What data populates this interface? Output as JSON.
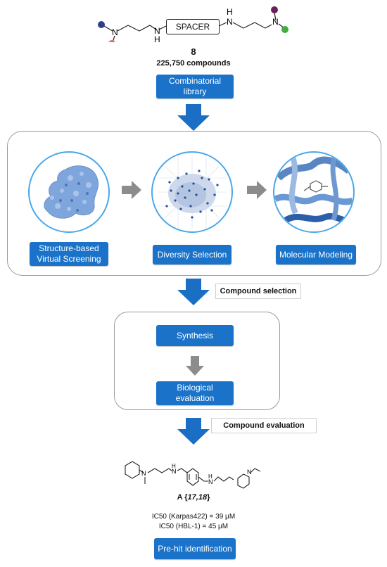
{
  "header": {
    "spacer_label": "SPACER",
    "compound_number": "8",
    "compound_count": "225,750 compounds",
    "amine_left": "N",
    "amine_left_h": "H",
    "amine_right": "N",
    "amine_right_h": "H",
    "n_left": "N",
    "n_right": "N"
  },
  "steps": {
    "combinatorial": "Combinatorial\nlibrary",
    "structure_based": "Structure-based\nVirtual Screening",
    "diversity": "Diversity Selection",
    "modeling": "Molecular Modeling",
    "synthesis": "Synthesis",
    "biological": "Biological\nevaluation",
    "prehit": "Pre-hit identification"
  },
  "labels": {
    "compound_selection": "Compound selection",
    "compound_evaluation": "Compound evaluation"
  },
  "result": {
    "hit_prefix": "A {",
    "hit_italic": "17,18",
    "hit_suffix": "}",
    "ic50_karpas": "IC50 (Karpas422) = 39 μM",
    "ic50_hbl": "IC50 (HBL-1) = 45 μM",
    "atom_n1": "N",
    "atom_h1": "H",
    "atom_n2": "N",
    "atom_h2": "H",
    "atom_n3": "N",
    "atom_n4": "N"
  },
  "colors": {
    "primary_blue": "#1a73c9",
    "arrow_blue": "#1a6fc4",
    "arrow_grey": "#8c8c8c",
    "circle_border": "#4aa8e8",
    "ball_blue": "#2f3f8f",
    "ball_red": "#e86a5a",
    "ball_purple": "#6a1f5a",
    "ball_green": "#3fae3f"
  }
}
